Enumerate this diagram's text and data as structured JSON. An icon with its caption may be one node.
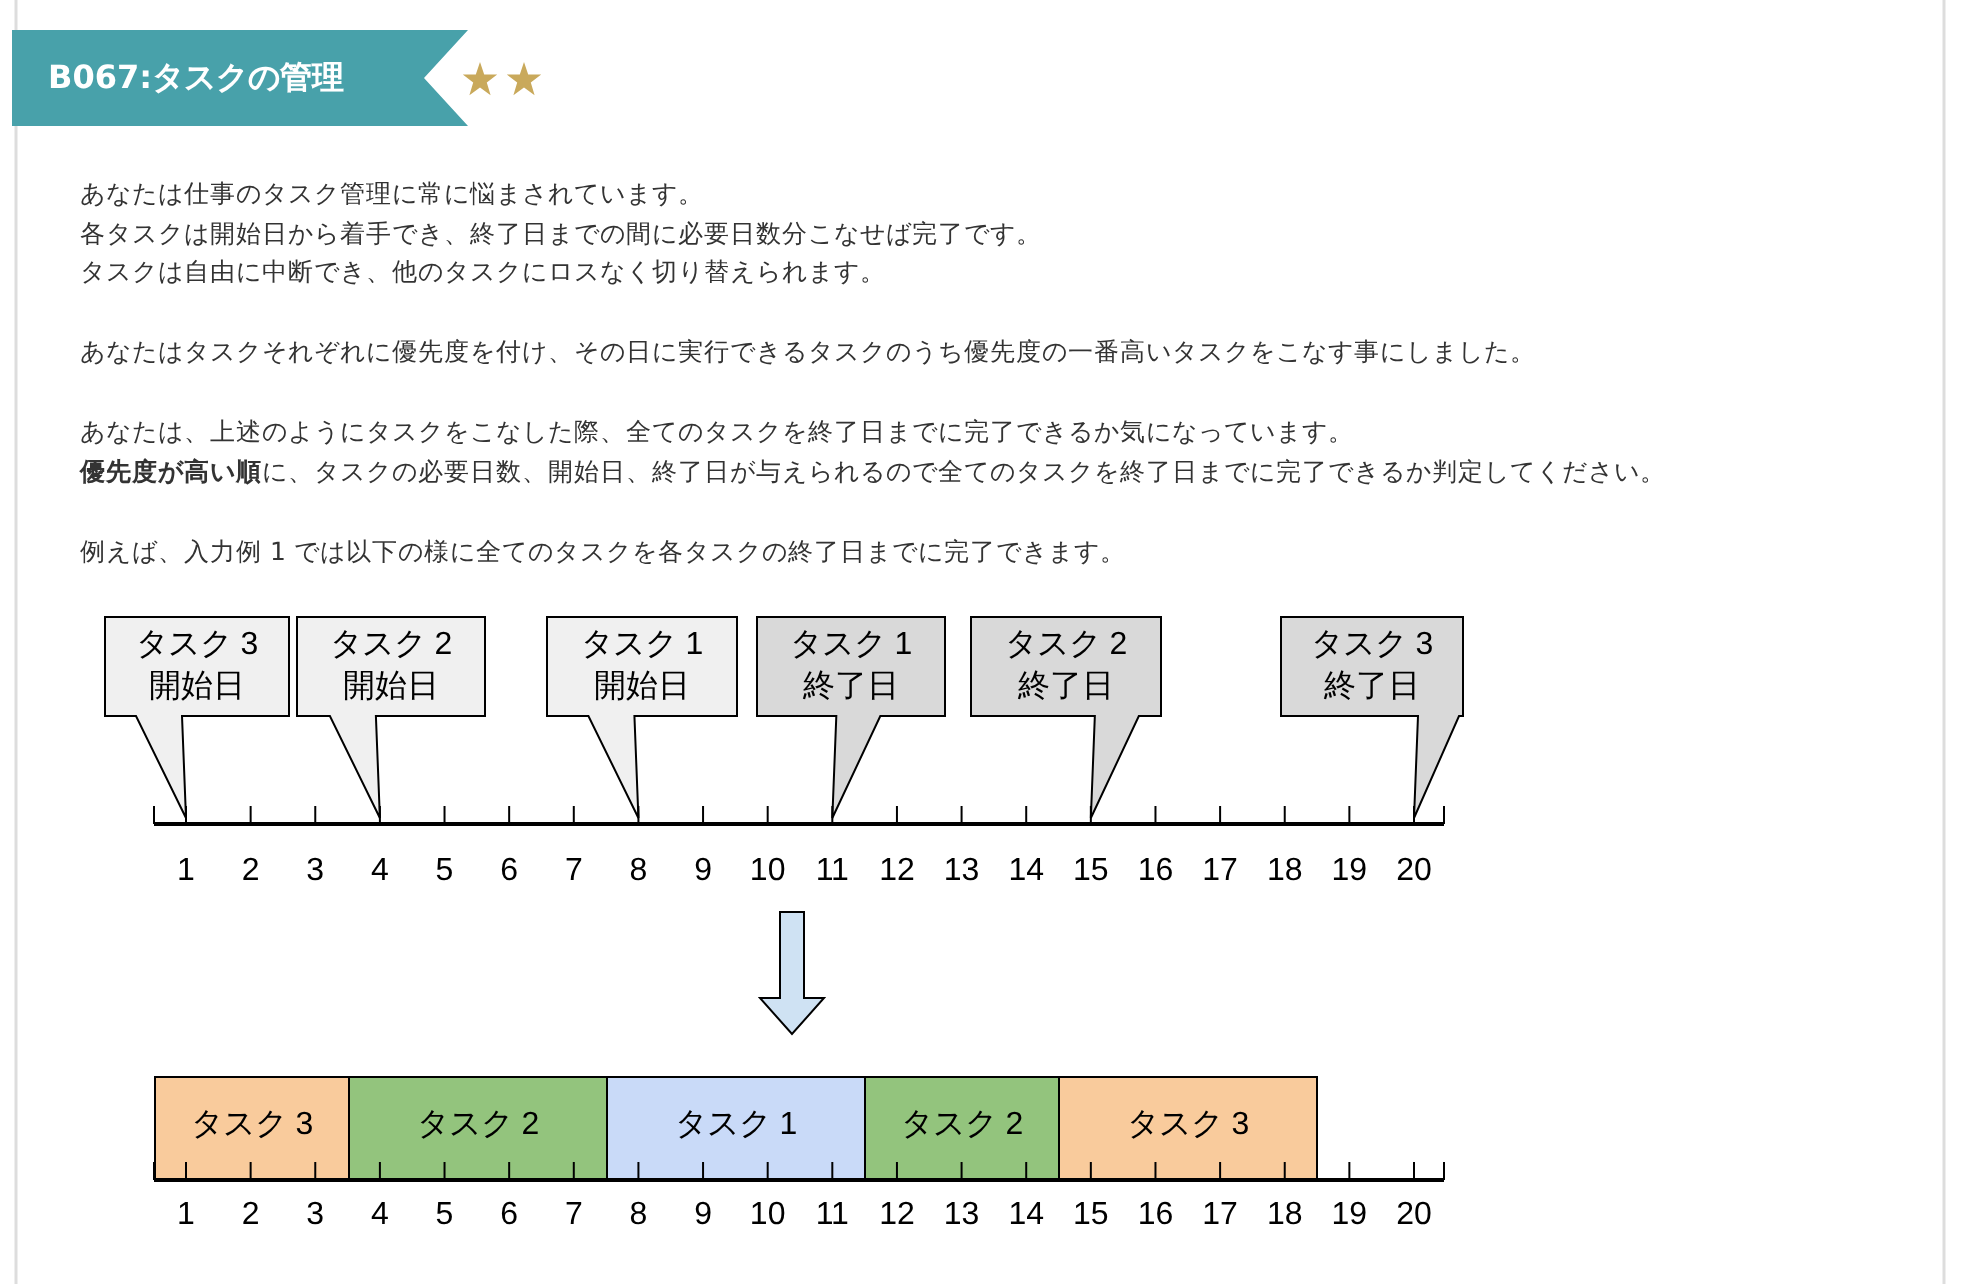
{
  "diagram": {
    "title": "B067:タスクの管理",
    "nodes": [
      {
        "text": [
          "タスク 3",
          "開始日"
        ]
      },
      {
        "text": [
          "タスク 2",
          "開始日"
        ]
      },
      {
        "text": [
          "タスク 1",
          "開始日"
        ]
      },
      {
        "text": [
          "タスク 1",
          "終了日"
        ]
      },
      {
        "text": [
          "タスク 2",
          "終了日"
        ]
      },
      {
        "text": [
          "タスク 3",
          "終了日"
        ]
      },
      {
        "text": [
          "タスク 3"
        ]
      },
      {
        "text": [
          "タスク 2"
        ]
      },
      {
        "text": [
          "タスク 1"
        ]
      },
      {
        "text": [
          "タスク 2"
        ]
      },
      {
        "text": [
          "タスク 3"
        ]
      }
    ],
    "labels": [
      "あなたは仕事のタスク管理に常に悩まされています。",
      "各タスクは開始日から着手でき、終了日までの間に必要日数分こなせば完了です。",
      "タスクは自由に中断でき、他のタスクにロスなく切り替えられます。",
      "あなたはタスクそれぞれに優先度を付け、その日に実行できるタスクのうち優先度の一番高いタスクをこなす事にしました。",
      "あなたは、上述のようにタスクをこなした際、全てのタスクを終了日までに完了できるか気になっています。",
      "**優先度が高い順**に、タスクの必要日数、開始日、終了日が与えられるので全てのタスクを終了日までに完了できるか判定してください。",
      "例えば、入力例 1 では以下の様に全てのタスクを各タスクの終了日までに完了できます。",
      "1",
      "2",
      "3",
      "4",
      "5",
      "6",
      "7",
      "8",
      "9",
      "10",
      "11",
      "12",
      "13",
      "14",
      "15",
      "16",
      "17",
      "18",
      "19",
      "20",
      "1",
      "2",
      "3",
      "4",
      "5",
      "6",
      "7",
      "8",
      "9",
      "10",
      "11",
      "12",
      "13",
      "14",
      "15",
      "16",
      "17",
      "18",
      "19",
      "20"
    ]
  }
}
